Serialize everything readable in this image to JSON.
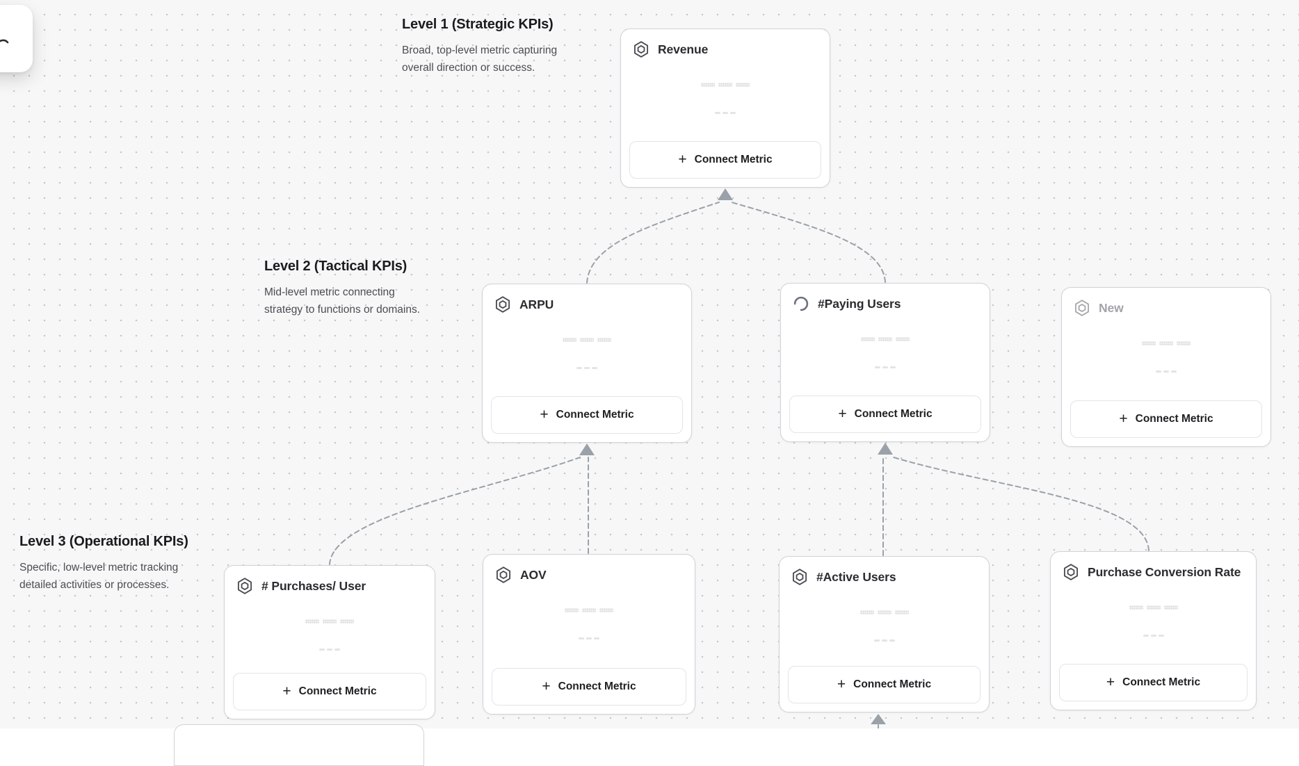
{
  "ui": {
    "connect_metric_label": "Connect Metric"
  },
  "icons": {
    "plus": "+"
  },
  "levels": [
    {
      "title": "Level 1 (Strategic KPIs)",
      "description": "Broad, top-level metric capturing overall direction or success."
    },
    {
      "title": "Level 2 (Tactical KPIs)",
      "description": "Mid-level metric connecting strategy to functions or domains."
    },
    {
      "title": "Level 3 (Operational KPIs)",
      "description": "Specific, low-level metric tracking detailed activities or processes."
    }
  ],
  "nodes": [
    {
      "id": "revenue",
      "title": "Revenue",
      "icon": "hexagon",
      "state": "default"
    },
    {
      "id": "arpu",
      "title": "ARPU",
      "icon": "hexagon",
      "state": "default"
    },
    {
      "id": "paying-users",
      "title": "#Paying Users",
      "icon": "spinner",
      "state": "loading"
    },
    {
      "id": "new",
      "title": "New",
      "icon": "hexagon",
      "state": "draft"
    },
    {
      "id": "purchases-user",
      "title": "# Purchases/ User",
      "icon": "hexagon",
      "state": "default"
    },
    {
      "id": "aov",
      "title": "AOV",
      "icon": "hexagon",
      "state": "default"
    },
    {
      "id": "active-users",
      "title": "#Active Users",
      "icon": "hexagon",
      "state": "default"
    },
    {
      "id": "purchase-conversion-rate",
      "title": "Purchase Conversion Rate",
      "icon": "hexagon",
      "state": "default"
    }
  ],
  "colors": {
    "canvas_bg": "#f7f7f8",
    "grid_dot": "#c6c6ca",
    "edge": "#9aa1a9",
    "card_border": "#d2d2d7",
    "title_text": "#2b2b30",
    "muted_title_text": "#a3a3ab"
  }
}
